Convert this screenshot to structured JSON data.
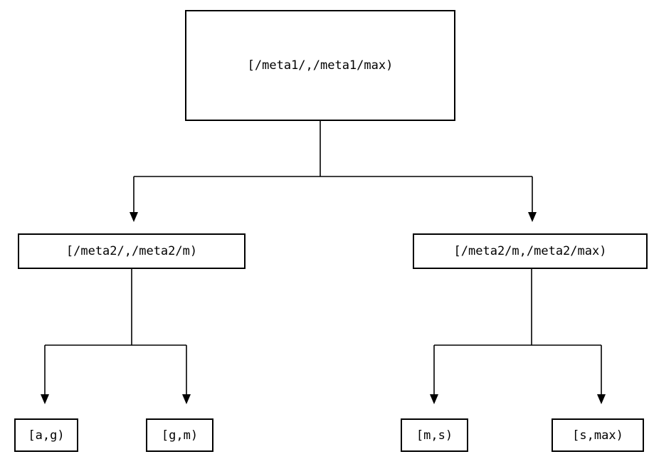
{
  "diagram": {
    "type": "tree",
    "background": "#ffffff",
    "line_color": "#000000",
    "nodes": {
      "root": {
        "label": "[/meta1/,/meta1/max)"
      },
      "left": {
        "label": "[/meta2/,/meta2/m)"
      },
      "right": {
        "label": "[/meta2/m,/meta2/max)"
      },
      "leaf1": {
        "label": "[a,g)"
      },
      "leaf2": {
        "label": "[g,m)"
      },
      "leaf3": {
        "label": "[m,s)"
      },
      "leaf4": {
        "label": "[s,max)"
      }
    },
    "edges": [
      {
        "from": "root",
        "to": "left"
      },
      {
        "from": "root",
        "to": "right"
      },
      {
        "from": "left",
        "to": "leaf1"
      },
      {
        "from": "left",
        "to": "leaf2"
      },
      {
        "from": "right",
        "to": "leaf3"
      },
      {
        "from": "right",
        "to": "leaf4"
      }
    ]
  }
}
